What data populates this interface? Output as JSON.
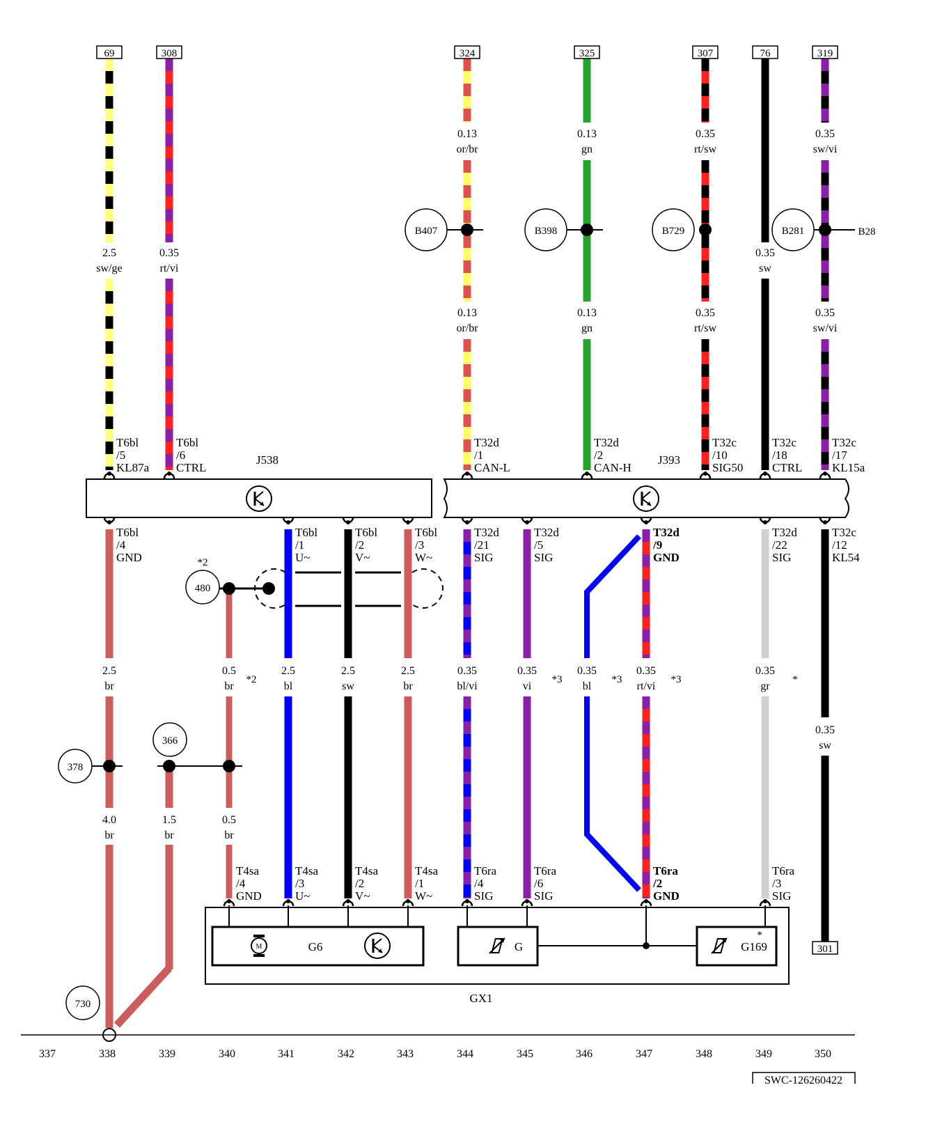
{
  "top_refs": [
    "69",
    "308",
    "324",
    "325",
    "307",
    "76",
    "319",
    "301"
  ],
  "bottom_refs": [
    "337",
    "338",
    "339",
    "340",
    "341",
    "342",
    "343",
    "344",
    "345",
    "346",
    "347",
    "348",
    "349",
    "350"
  ],
  "footer_code": "SWC-126260422",
  "modules": {
    "j538": "J538",
    "j393": "J393",
    "gx1": "GX1",
    "g6": "G6",
    "g": "G",
    "g169": "G169"
  },
  "motor_glyph": "M",
  "splices": [
    "B407",
    "B398",
    "B729",
    "B281",
    "480",
    "378",
    "366",
    "730"
  ],
  "splice_b281_ext": "B28",
  "stars": {
    "s480": "*2",
    "s340": "*2",
    "s345": "*3",
    "s346": "*3",
    "s347": "*3",
    "s349": "*",
    "g169": "*"
  },
  "wires": {
    "w338a": {
      "size": "2.5",
      "color": "sw/ge"
    },
    "w339a": {
      "size": "0.35",
      "color": "rt/vi"
    },
    "w344a": {
      "size": "0.13",
      "color": "or/br"
    },
    "w344b": {
      "size": "0.13",
      "color": "or/br"
    },
    "w346a": {
      "size": "0.13",
      "color": "gn"
    },
    "w346b": {
      "size": "0.13",
      "color": "gn"
    },
    "w348a": {
      "size": "0.35",
      "color": "rt/sw"
    },
    "w348b": {
      "size": "0.35",
      "color": "rt/sw"
    },
    "w349a": {
      "size": "0.35",
      "color": "sw"
    },
    "w350a": {
      "size": "0.35",
      "color": "sw/vi"
    },
    "w350b": {
      "size": "0.35",
      "color": "sw/vi"
    },
    "w338b": {
      "size": "2.5",
      "color": "br"
    },
    "w340b": {
      "size": "0.5",
      "color": "br"
    },
    "w341b": {
      "size": "2.5",
      "color": "bl"
    },
    "w342b": {
      "size": "2.5",
      "color": "sw"
    },
    "w343b": {
      "size": "2.5",
      "color": "br"
    },
    "w344c": {
      "size": "0.35",
      "color": "bl/vi"
    },
    "w345c": {
      "size": "0.35",
      "color": "vi"
    },
    "w346c": {
      "size": "0.35",
      "color": "bl"
    },
    "w347c": {
      "size": "0.35",
      "color": "rt/vi"
    },
    "w349c": {
      "size": "0.35",
      "color": "gr"
    },
    "w350c": {
      "size": "0.35",
      "color": "sw"
    },
    "w338c": {
      "size": "4.0",
      "color": "br"
    },
    "w339c": {
      "size": "1.5",
      "color": "br"
    },
    "w340c": {
      "size": "0.5",
      "color": "br"
    }
  },
  "pins": {
    "p1": {
      "conn": "T6bl",
      "pin": "/5",
      "sig": "KL87a"
    },
    "p2": {
      "conn": "T6bl",
      "pin": "/6",
      "sig": "CTRL"
    },
    "p3": {
      "conn": "T32d",
      "pin": "/1",
      "sig": "CAN-L"
    },
    "p4": {
      "conn": "T32d",
      "pin": "/2",
      "sig": "CAN-H"
    },
    "p5": {
      "conn": "T32c",
      "pin": "/10",
      "sig": "SIG50"
    },
    "p6": {
      "conn": "T32c",
      "pin": "/18",
      "sig": "CTRL"
    },
    "p7": {
      "conn": "T32c",
      "pin": "/17",
      "sig": "KL15a"
    },
    "q1": {
      "conn": "T6bl",
      "pin": "/4",
      "sig": "GND"
    },
    "q2": {
      "conn": "T6bl",
      "pin": "/1",
      "sig": "U~"
    },
    "q3": {
      "conn": "T6bl",
      "pin": "/2",
      "sig": "V~"
    },
    "q4": {
      "conn": "T6bl",
      "pin": "/3",
      "sig": "W~"
    },
    "q5": {
      "conn": "T32d",
      "pin": "/21",
      "sig": "SIG"
    },
    "q6": {
      "conn": "T32d",
      "pin": "/5",
      "sig": "SIG"
    },
    "q7": {
      "conn": "T32d",
      "pin": "/9",
      "sig": "GND"
    },
    "q8": {
      "conn": "T32d",
      "pin": "/22",
      "sig": "SIG"
    },
    "q9": {
      "conn": "T32c",
      "pin": "/12",
      "sig": "KL54"
    },
    "r1": {
      "conn": "T4sa",
      "pin": "/4",
      "sig": "GND"
    },
    "r2": {
      "conn": "T4sa",
      "pin": "/3",
      "sig": "U~"
    },
    "r3": {
      "conn": "T4sa",
      "pin": "/2",
      "sig": "V~"
    },
    "r4": {
      "conn": "T4sa",
      "pin": "/1",
      "sig": "W~"
    },
    "r5": {
      "conn": "T6ra",
      "pin": "/4",
      "sig": "SIG"
    },
    "r6": {
      "conn": "T6ra",
      "pin": "/6",
      "sig": "SIG"
    },
    "r7": {
      "conn": "T6ra",
      "pin": "/2",
      "sig": "GND"
    },
    "r8": {
      "conn": "T6ra",
      "pin": "/3",
      "sig": "SIG"
    }
  },
  "colors": {
    "sw": "#000000",
    "ge": "#ffff80",
    "rt": "#ff2020",
    "vi": "#8b1fa8",
    "or": "#e05050",
    "yl": "#ffff66",
    "gn": "#22a32a",
    "br": "#cd5c5c",
    "bl": "#0000ff",
    "gr": "#d0d0d0"
  }
}
